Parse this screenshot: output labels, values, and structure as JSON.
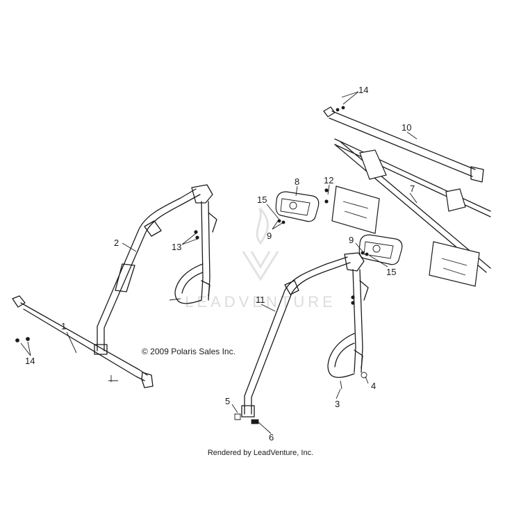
{
  "copyright": "© 2009 Polaris Sales Inc.",
  "credit": "Rendered by LeadVenture, Inc.",
  "watermark": "LEADVENTURE",
  "callouts": [
    "1",
    "2",
    "3",
    "4",
    "5",
    "6",
    "7",
    "8",
    "9",
    "9",
    "10",
    "11",
    "12",
    "13",
    "14",
    "14",
    "15",
    "15"
  ],
  "icons": {
    "watermark_logo": "leadventure-logo-icon"
  }
}
